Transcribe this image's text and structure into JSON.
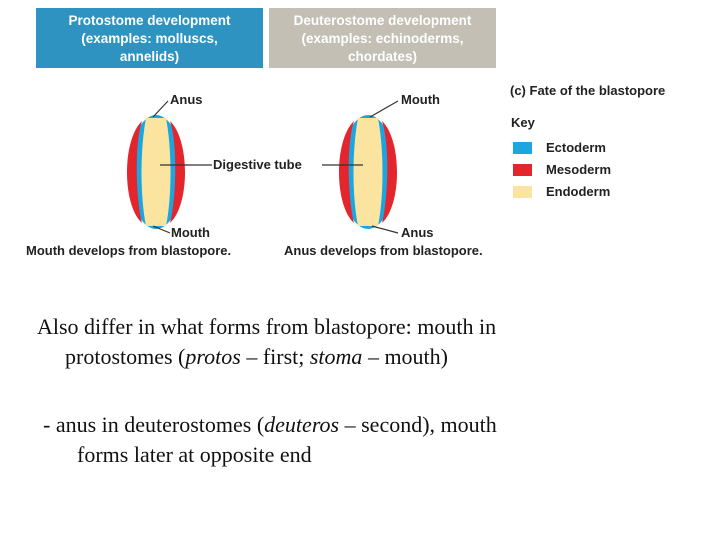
{
  "colors": {
    "protostome_header": "#2e93c0",
    "deuterostome_header": "#c3bfb5",
    "ectoderm": "#1ba6e0",
    "mesoderm": "#e4262c",
    "endoderm": "#fbe3a0"
  },
  "headers": {
    "protostome": [
      "Protostome development",
      "(examples: molluscs,",
      "annelids)"
    ],
    "deuterostome": [
      "Deuterostome development",
      "(examples: echinoderms,",
      "chordates)"
    ]
  },
  "panel_title": "(c) Fate of the blastopore",
  "key": {
    "title": "Key",
    "items": [
      {
        "label": "Ectoderm",
        "color_ref": "ectoderm"
      },
      {
        "label": "Mesoderm",
        "color_ref": "mesoderm"
      },
      {
        "label": "Endoderm",
        "color_ref": "endoderm"
      }
    ]
  },
  "labels": {
    "proto_top": "Anus",
    "proto_bottom": "Mouth",
    "deut_top": "Mouth",
    "deut_bottom": "Anus",
    "digestive_tube": "Digestive tube"
  },
  "captions": {
    "protostome": "Mouth develops from blastopore.",
    "deuterostome": "Anus develops from blastopore."
  },
  "text": {
    "bullet1": {
      "line1": "Also differ in what forms from blastopore: mouth in",
      "line2_a": "protostomes (",
      "line2_em1": "protos",
      "line2_b": " – first; ",
      "line2_em2": "stoma",
      "line2_c": " – mouth)"
    },
    "bullet2": {
      "line1_a": "- anus in deuterostomes (",
      "line1_em": "deuteros",
      "line1_b": " – second), mouth",
      "line2": "forms later at opposite end"
    }
  }
}
